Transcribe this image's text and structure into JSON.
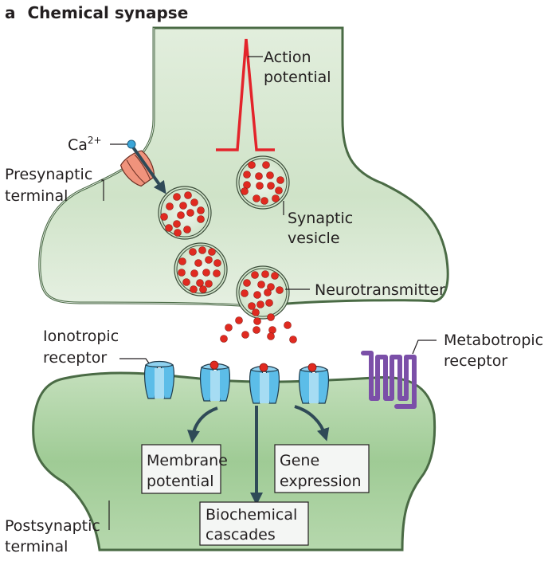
{
  "figure": {
    "panel_letter": "a",
    "title": "Chemical synapse"
  },
  "labels": {
    "action_potential": [
      "Action",
      "potential"
    ],
    "calcium": "Ca",
    "calcium_charge": "2+",
    "presynaptic_terminal": [
      "Presynaptic",
      "terminal"
    ],
    "synaptic_vesicle": [
      "Synaptic",
      "vesicle"
    ],
    "neurotransmitter": "Neurotransmitter",
    "ionotropic_receptor": [
      "Ionotropic",
      "receptor"
    ],
    "metabotropic_receptor": [
      "Metabotropic",
      "receptor"
    ],
    "postsynaptic_terminal": [
      "Postsynaptic",
      "terminal"
    ]
  },
  "outcomes": {
    "membrane_potential": [
      "Membrane",
      "potential"
    ],
    "gene_expression": [
      "Gene",
      "expression"
    ],
    "biochemical_cascades": [
      "Biochemical",
      "cascades"
    ]
  },
  "colors": {
    "presynaptic_fill": "#d6e8d0",
    "postsynaptic_fill": "#a9d0a0",
    "membrane_stroke": "#4a6b45",
    "action_potential": "#e3242b",
    "neurotransmitter": "#e02a20",
    "ion_channel": "#f0937c",
    "calcium_ion": "#3aa5d8",
    "ionotropic_receptor": "#5cbde8",
    "metabotropic_receptor": "#7b4fa8",
    "arrow": "#2f4a57"
  }
}
